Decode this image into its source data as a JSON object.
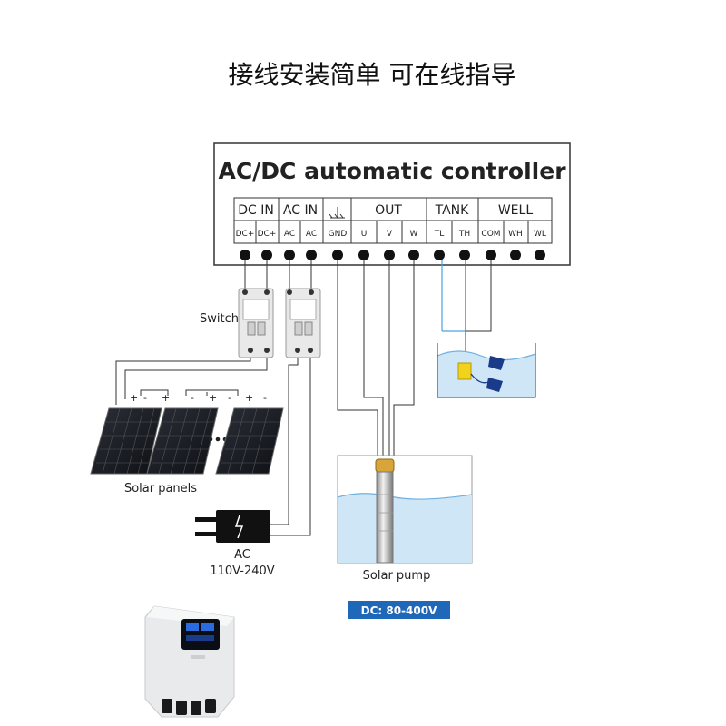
{
  "header": {
    "title": "接线安装简单  可在线指导"
  },
  "controller": {
    "title": "AC/DC automatic controller",
    "groups": [
      "DC IN",
      "AC IN",
      "OUT",
      "TANK",
      "WELL"
    ],
    "ground_symbol": "ground-icon",
    "terminals": [
      "DC+",
      "DC+",
      "AC",
      "AC",
      "GND",
      "U",
      "V",
      "W",
      "TL",
      "TH",
      "COM",
      "WH",
      "WL"
    ]
  },
  "labels": {
    "switch": "Switch",
    "solar_panels": "Solar panels",
    "ac": "AC",
    "ac_voltage": "110V-240V",
    "solar_pump": "Solar pump",
    "dc_range": "DC: 80-400V"
  },
  "panel_polarity": [
    [
      "+",
      "-",
      "+"
    ],
    [
      "-",
      "+"
    ],
    [
      "-",
      "+"
    ],
    [
      "-"
    ]
  ],
  "colors": {
    "line": "#333333",
    "water": "#cfe6f7",
    "water_edge": "#6fb0e0",
    "badge": "#1f67b8",
    "float": "#f2d31b",
    "sensor_blue": "#1a3a8a",
    "wire_blue": "#4aa3e0",
    "wire_red": "#c0392b"
  }
}
